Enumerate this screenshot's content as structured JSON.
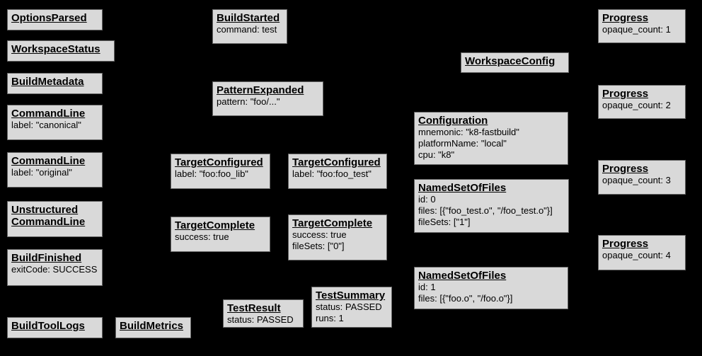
{
  "diagram": "Build Event Protocol event graph",
  "colors": {
    "background": "#000000",
    "box_fill": "#d9d9d9",
    "box_border": "#666666",
    "box_text": "#000000"
  },
  "nodes": {
    "optionsParsed": {
      "title": "OptionsParsed"
    },
    "workspaceStatus": {
      "title": "WorkspaceStatus"
    },
    "buildMetadata": {
      "title": "BuildMetadata"
    },
    "commandLineCanonical": {
      "title": "CommandLine",
      "line1": "label: \"canonical\""
    },
    "commandLineOriginal": {
      "title": "CommandLine",
      "line1": "label: \"original\""
    },
    "unstructuredCommandLine": {
      "title": "Unstructured",
      "title2": "CommandLine"
    },
    "buildFinished": {
      "title": "BuildFinished",
      "line1": "exitCode: SUCCESS"
    },
    "buildToolLogs": {
      "title": "BuildToolLogs"
    },
    "buildMetrics": {
      "title": "BuildMetrics"
    },
    "buildStarted": {
      "title": "BuildStarted",
      "line1": "command: test"
    },
    "patternExpanded": {
      "title": "PatternExpanded",
      "line1": "pattern: \"foo/...\""
    },
    "targetConfiguredLib": {
      "title": "TargetConfigured",
      "line1": "label: \"foo:foo_lib\""
    },
    "targetConfiguredTest": {
      "title": "TargetConfigured",
      "line1": "label: \"foo:foo_test\""
    },
    "targetCompleteLib": {
      "title": "TargetComplete",
      "line1": "success: true"
    },
    "targetCompleteTest": {
      "title": "TargetComplete",
      "line1": "success: true",
      "line2": "fileSets: [\"0\"]"
    },
    "testResult": {
      "title": "TestResult",
      "line1": "status: PASSED"
    },
    "testSummary": {
      "title": "TestSummary",
      "line1": "status: PASSED",
      "line2": "runs: 1"
    },
    "workspaceConfig": {
      "title": "WorkspaceConfig"
    },
    "configuration": {
      "title": "Configuration",
      "line1": "mnemonic: \"k8-fastbuild\"",
      "line2": "platformName: \"local\"",
      "line3": "cpu: \"k8\""
    },
    "namedSetOfFiles0": {
      "title": "NamedSetOfFiles",
      "line1": "id: 0",
      "line2": "files: [{\"foo_test.o\", \"/foo_test.o\"}]",
      "line3": "fileSets: [\"1\"]"
    },
    "namedSetOfFiles1": {
      "title": "NamedSetOfFiles",
      "line1": "id: 1",
      "line2": "files: [{\"foo.o\", \"/foo.o\"}]"
    },
    "progress1": {
      "title": "Progress",
      "line1": "opaque_count: 1"
    },
    "progress2": {
      "title": "Progress",
      "line1": "opaque_count: 2"
    },
    "progress3": {
      "title": "Progress",
      "line1": "opaque_count: 3"
    },
    "progress4": {
      "title": "Progress",
      "line1": "opaque_count: 4"
    }
  }
}
